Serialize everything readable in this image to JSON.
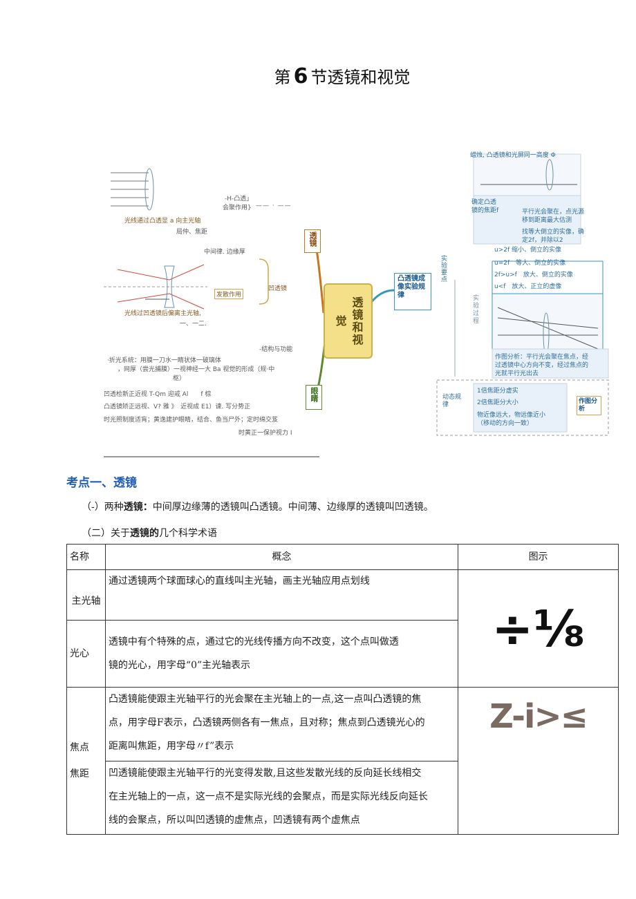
{
  "title": {
    "prefix": "第",
    "number": "6",
    "suffix": "节透镜和视觉"
  },
  "mindmap": {
    "center": "透镜和视觉",
    "branch_lens": "透镜",
    "branch_eye": "眼睛",
    "branch_right": "凸透镜成像实验规律",
    "convex_label_1": "-H-凸透」",
    "convex_label_2": "会聚作用}",
    "convex_caption_1": "光线通过凸透显 a 向主光轴",
    "convex_caption_2": "局仲、焦距",
    "concave_label_1": "中间律. 边缘厚",
    "concave_label_2": "发散作用",
    "concave_label_3": "凹透镜",
    "concave_caption_1": "光线过凹透镜后偏离主光轴,",
    "concave_caption_2": "一、一二.",
    "eye_1": "-结构与功能",
    "eye_2": "·折光系统：用膜一刀水一睛状体一破璃体",
    "eye_3": "，网厚（尝光捕膜）一视神经一大 Ba 视觉的形成（规·中",
    "eye_4": "枢）",
    "eye_5": "凹透检新正近视 T-Qm 迎戒 Al　　f 棕",
    "eye_6": "凸透镜矫正远视、V? 雅 》　近视成 E1）谏. 写分势正",
    "eye_7": "时光照制度适肓；黄逸建护眼睛，结合、鱼当尸外；定时绵交芨",
    "eye_8": "时黄正一保护视力 I",
    "exp_top": "蜡烛, 凸透镜和光屏同一高度 Φ",
    "exp_focus_1": "确定凸透",
    "exp_focus_2": "镜的焦距f",
    "exp_focus_3": "平行光会聚在，点光源",
    "exp_focus_4": "移到距离最大估测",
    "exp_focus_5": "找等大倒立的实像，确",
    "exp_focus_6": "定2f，并除以2",
    "exp_key": "实验要点",
    "exp_process": "实验过程",
    "rule_1": "u>2f 缩小、倒立的实像",
    "rule_2": "u=2f　等大、倒立的实像",
    "rule_3": "2f>u>f　放大、倒立的实像",
    "rule_4": "u<f　放大、正立的虚像",
    "ray_1": "作图分析：平行光会聚在焦点，经",
    "ray_2": "过透镜中心方向不变，经过焦点的",
    "ray_3": "光就平行光出去",
    "dyn_label": "动态规律",
    "dyn_1": "1倍焦距分虚实",
    "dyn_2": "2倍焦距分大小",
    "dyn_3": "物近像远大，物远像近小",
    "dyn_4": "（移动的方向一致）",
    "dyn_side": "作图分析"
  },
  "section": {
    "heading": "考点一、透镜",
    "p1_prefix": "（-）两种",
    "p1_bold": "透镜：",
    "p1_rest": "中间厚边缘薄的透镜叫凸透镜。中间薄、边缘厚的透镜叫凹透镜。",
    "p2_prefix": "（二）关于",
    "p2_bold": "透镜的",
    "p2_rest": "几个科学术语"
  },
  "table": {
    "headers": [
      "名称",
      "概念",
      "图示"
    ],
    "row1_name": "主光轴",
    "row1_concept": "通过透镜两个球面球心的直线叫主光轴，画主光轴应用点划线",
    "row2_name": "光心",
    "row2_concept_1": "透镜中有个特殊的点，通过它的光线传播方向不改变，这个点叫做透",
    "row2_concept_2": "镜的光心，用字母“0”主光轴表示",
    "row12_figure": "÷⅛",
    "row3_name_1": "焦点",
    "row3_name_2": "焦距",
    "row3a_concept_1": "凸透镜能使跟主光轴平行的光会聚在主光轴上的一点,这一点叫凸透镜的焦",
    "row3a_concept_2": "点，用字母F表示，凸透镜两侧各有一焦点，且对称；焦点到凸透镜光心的",
    "row3a_concept_3": "距离叫焦距，用字母〃f”表示",
    "row3b_concept_1": "凹透镜能使跟主光轴平行的光变得发散,且这些发散光线的反向延长线相交",
    "row3b_concept_2": "在主光轴上的一点，这一点不是实际光线的会聚点，而是实际光线反向延长",
    "row3b_concept_3": "线的会聚点，所以叫凹透镜的虚焦点，凹透镜有两个虚焦点",
    "row3_figure": "Z-i>≤"
  },
  "colors": {
    "heading_blue": "#1f5db8",
    "center_fill": "#f5e08a",
    "lens_branch": "#c8741c",
    "eye_branch": "#5a8a2a",
    "right_branch": "#3b93c0"
  }
}
